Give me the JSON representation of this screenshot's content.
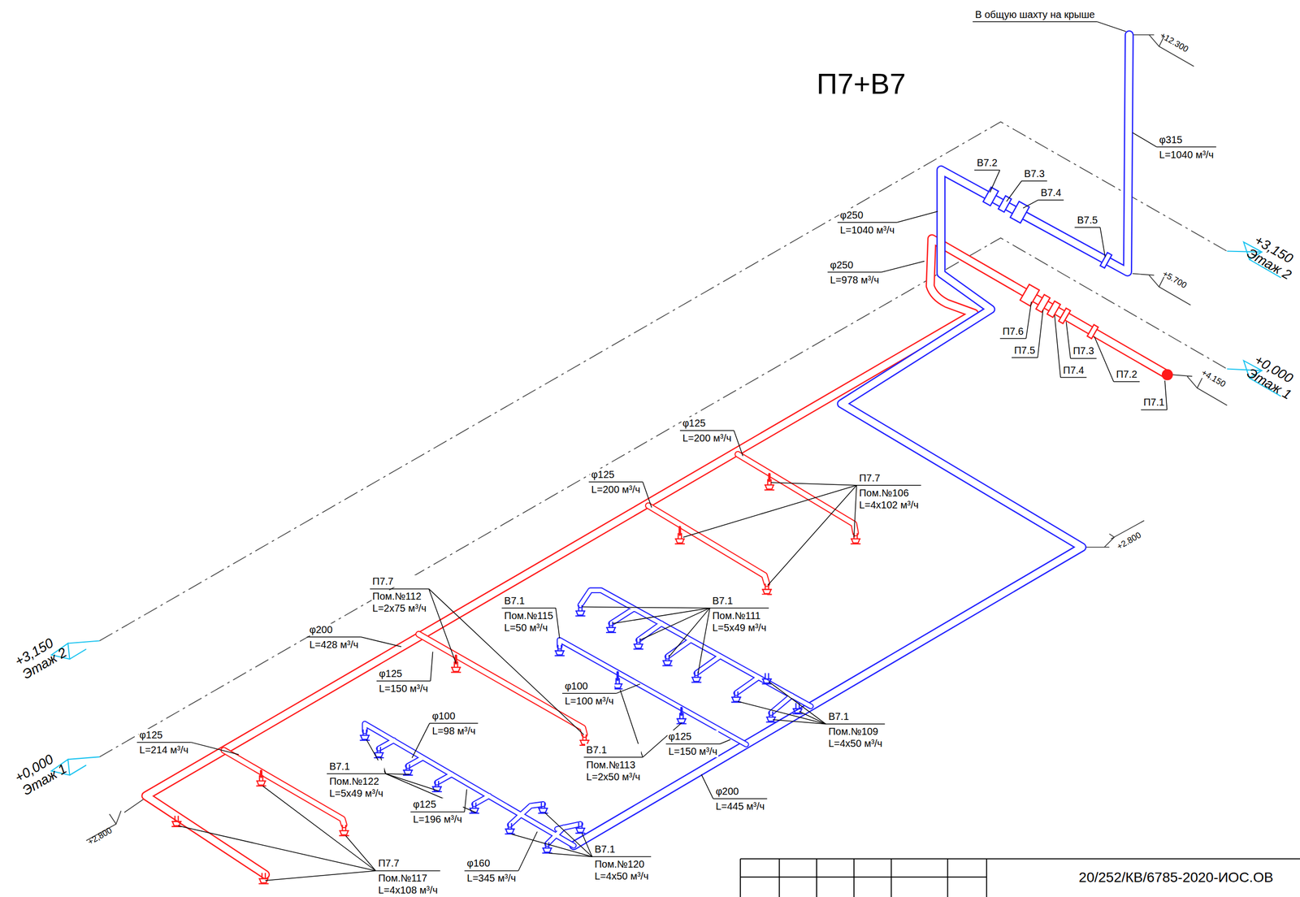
{
  "diagram": {
    "title": "П7+В7",
    "labels": [
      "В общую шахту на крыше",
      "+12.300",
      "φ315",
      "L=1040 м³/ч",
      "В7.2",
      "В7.3",
      "В7.4",
      "В7.5",
      "φ250",
      "L=1040 м³/ч",
      "φ250",
      "L=978 м³/ч",
      "+5.700",
      "П7.6",
      "П7.5",
      "П7.4",
      "П7.3",
      "П7.2",
      "П7.1",
      "+4.150",
      "+3,150",
      "Этаж 2",
      "+0,000",
      "Этаж 1",
      "φ125",
      "L=200 м³/ч",
      "φ125",
      "L=200 м³/ч",
      "П7.7",
      "Пом.№106",
      "L=4x102 м³/ч",
      "+2.800",
      "П7.7",
      "Пом.№112",
      "L=2x75 м³/ч",
      "В7.1",
      "Пом.№115",
      "L=50 м³/ч",
      "В7.1",
      "Пом.№111",
      "L=5x49 м³/ч",
      "+3,150",
      "Этаж 2",
      "φ200",
      "L=428 м³/ч",
      "φ125",
      "L=150 м³/ч",
      "φ100",
      "L=100 м³/ч",
      "φ100",
      "L=98 м³/ч",
      "В7.1",
      "Пом.№109",
      "L=4x50 м³/ч",
      "φ125",
      "L=214 м³/ч",
      "φ125",
      "L=150 м³/ч",
      "В7.1",
      "Пом.№113",
      "L=2x50 м³/ч",
      "+0,000",
      "Этаж 1",
      "В7.1",
      "Пом.№122",
      "L=5x49 м³/ч",
      "φ200",
      "L=445 м³/ч",
      "φ125",
      "L=196 м³/ч",
      "+2,800",
      "φ160",
      "L=345 м³/ч",
      "В7.1",
      "Пом.№120",
      "L=4x50 м³/ч",
      "П7.7",
      "Пом.№117",
      "L=4x108 м³/ч",
      "20/252/КВ/6785-2020-ИОС.ОВ"
    ]
  }
}
